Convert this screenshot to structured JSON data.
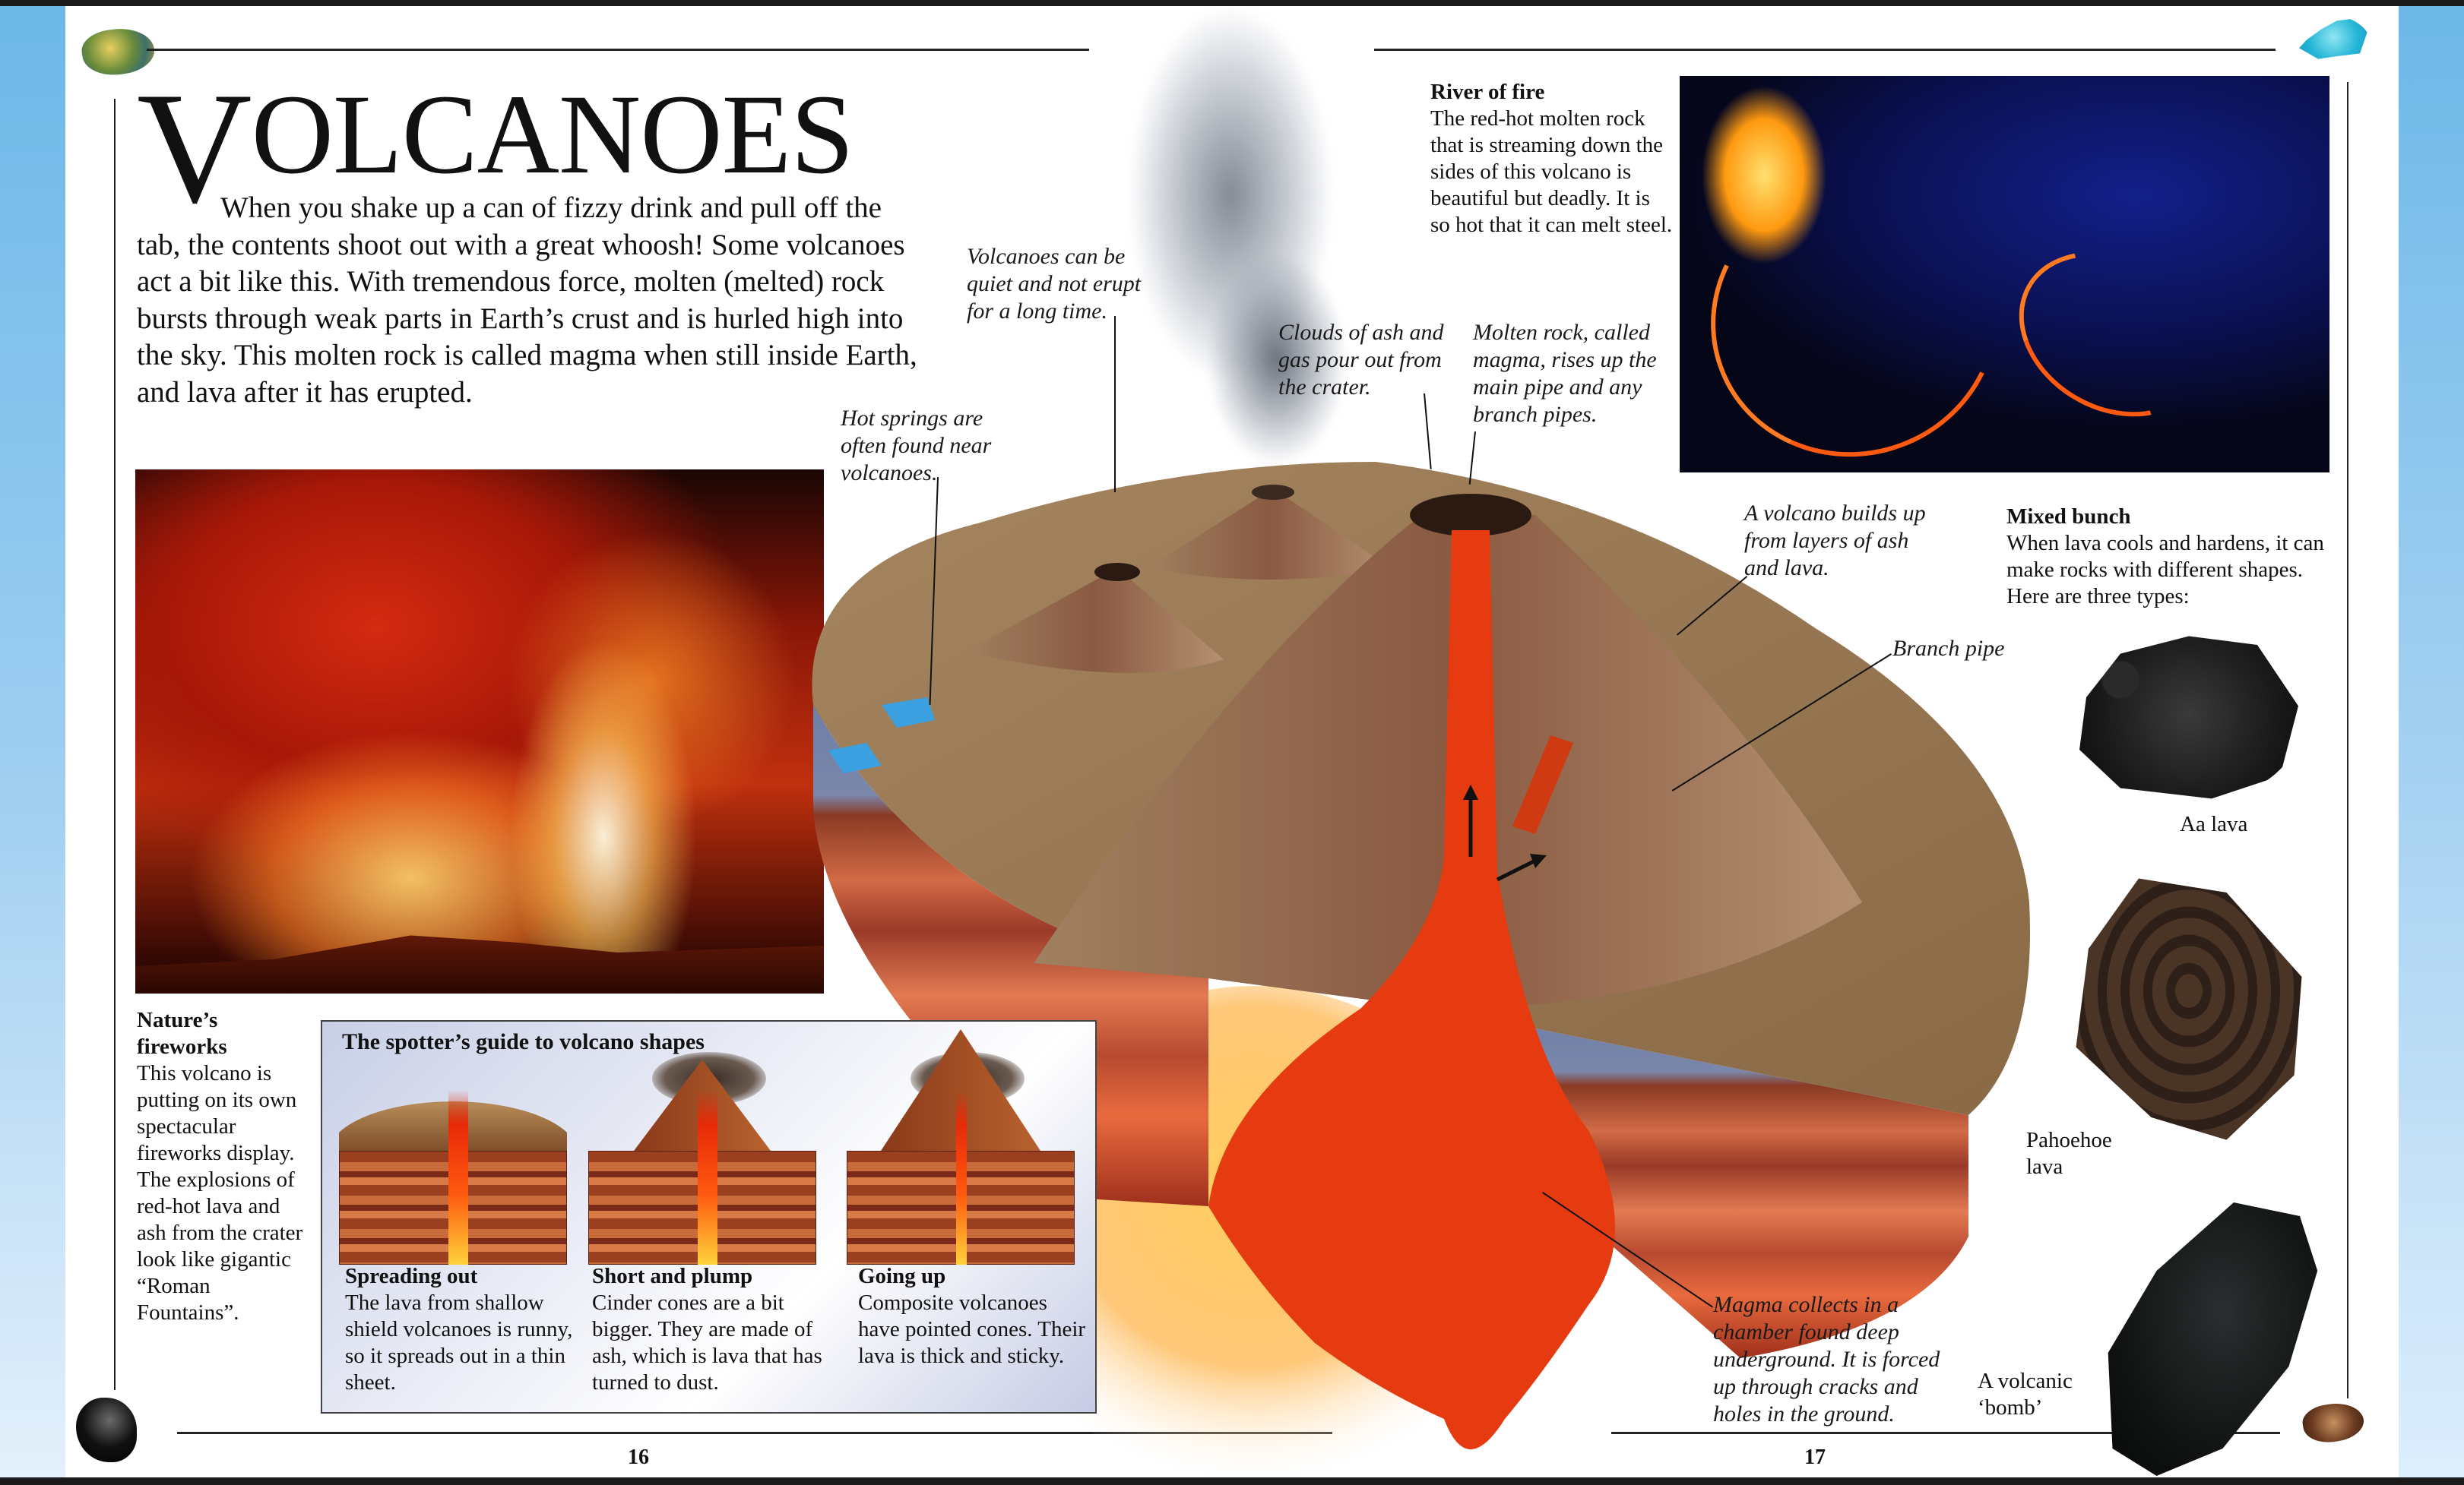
{
  "spread": {
    "title": "VOLCANOES",
    "title_initial": "V",
    "title_rest": "OLCANOES",
    "intro": "When you shake up a can of fizzy drink and pull off the tab, the contents shoot out with a great whoosh! Some volcanoes act a bit like this. With tremendous force, molten (melted) rock bursts through weak parts in Earth’s crust and is hurled high into the sky. This molten rock is called magma when still inside Earth, and lava after it has erupted.",
    "page_left": "16",
    "page_right": "17"
  },
  "photos": {
    "fountain": {
      "heading": "Nature’s fireworks",
      "body": "This volcano is putting on its own spectacular fireworks display. The explosions of red-hot lava and ash from the crater look like gigantic “Roman Fountains”."
    },
    "river": {
      "heading": "River of fire",
      "body": "The red-hot molten rock that is streaming down the sides of this volcano is beautiful but deadly. It is so hot that it can melt steel."
    }
  },
  "model_labels": {
    "quiet": "Volcanoes can be quiet and not erupt for a long time.",
    "hot_springs": "Hot springs are often found near volcanoes.",
    "clouds": "Clouds of ash and gas pour out from the crater.",
    "molten": "Molten rock, called magma, rises up the main pipe and any branch pipes.",
    "layers": "A volcano builds up from layers of ash and lava.",
    "branch_pipe": "Branch pipe",
    "chamber": "Magma collects in a chamber found deep underground. It is forced up through cracks and holes in the ground."
  },
  "spotter_guide": {
    "title": "The spotter’s guide to volcano shapes",
    "shapes": [
      {
        "heading": "Spreading out",
        "body": "The lava from shallow shield volcanoes is runny, so it spreads out in a thin sheet."
      },
      {
        "heading": "Short and plump",
        "body": "Cinder cones are a bit bigger. They are made of ash, which is lava that has turned to dust."
      },
      {
        "heading": "Going up",
        "body": "Composite volcanoes have pointed cones. Their lava is thick and sticky."
      }
    ]
  },
  "mixed_bunch": {
    "heading": "Mixed bunch",
    "body": "When lava cools and hardens, it can make rocks with different shapes. Here are three types:",
    "rocks": [
      {
        "label": "Aa lava"
      },
      {
        "label": "Pahoehoe lava"
      },
      {
        "label": "A volcanic ‘bomb’"
      }
    ]
  },
  "colors": {
    "side_strip": "#6db8e8",
    "lava": "#e8380e",
    "text": "#111111"
  }
}
